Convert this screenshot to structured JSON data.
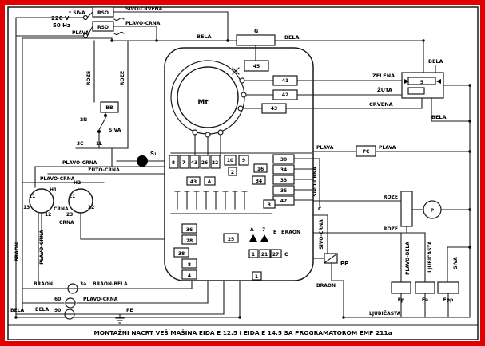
{
  "title": "MONTAŽNI NACRT VEŠ MAŠINA EIDA E 12.5 I EIDA E 14.5 SA PROGRAMATOROM EMP 211a",
  "power": {
    "voltage": "220 V",
    "frequency": "50 Hz"
  },
  "components": {
    "rso1": "RSO",
    "rso2": "RSO",
    "generator": "G",
    "box45": "45",
    "bb": "BB",
    "motor": "Mt",
    "box41": "41",
    "box42": "42",
    "box43": "43",
    "s1": "S₁",
    "h1": "H1",
    "h2": "H2",
    "pc": "PC",
    "connector_pin": "5",
    "pump": "P",
    "pp": "PP",
    "ep": "Ep",
    "ea": "Ea",
    "epp": "Epp",
    "pe": "PE"
  },
  "switch": {
    "n2": "2N",
    "c3": "3C",
    "l1": "1L",
    "siva": "SIVA"
  },
  "thermostats": {
    "t3a": "3a",
    "t60": "60",
    "t90": "90"
  },
  "wires": {
    "siva_top": "* SIVA",
    "sivo_crvena": "SIVO-CRVENA",
    "plavo_crna_top": "PLAVO-CRNA",
    "plava_top": "PLAVA",
    "bela_top_left": "BELA",
    "bela_top_right": "BELA",
    "roze_1": "ROZE",
    "roze_2": "ROZE",
    "zelena": "ZELENA",
    "zuta": "ŽUTA",
    "crvena": "CRVENA",
    "bela_conn_top": "BELA",
    "bela_conn_bottom": "BELA",
    "plava_left": "PLAVA",
    "plava_right": "PLAVA",
    "plavo_crna_s1": "PLAVO-CRNA",
    "zuto_crna": "ŽUTO-CRNA",
    "plavo_crna_h": "PLAVO-CRNA",
    "crna_1": "CRNA",
    "crna_2": "CRNA",
    "plavo_crna_vert": "PLAVO-CRNA",
    "braon_vert": "BRAON",
    "sivo_crna_1": "SIVO-CRNA",
    "sivo_crna_2": "SIVO-CRNA",
    "braon_e": "BRAON",
    "braon_pp": "BRAON",
    "roze_pump_1": "ROZE",
    "roze_pump_2": "ROZE",
    "plavo_bela": "PLAVO-BELA",
    "ljubicasta_vert": "LJUBIČASTA",
    "siva_vert": "SIVA",
    "ljubicasta_bottom": "LJUBIČASTA",
    "braon_bottom": "BRAON",
    "braon_bela": "BRAON-BELA",
    "plavo_crna_bottom": "PLAVO-CRNA",
    "bela_bottom_1": "BELA",
    "bela_bottom_2": "BELA"
  },
  "terminals": {
    "row": [
      "8",
      "7",
      "43",
      "26",
      "22"
    ],
    "t10": "10",
    "t2": "2",
    "t9": "9",
    "t16": "16",
    "t34": "34",
    "col": [
      "30",
      "34",
      "33",
      "35",
      "42"
    ],
    "t43": "43",
    "ta1": "A",
    "t3": "3",
    "tc1": "C",
    "t36": "36",
    "t28": "28",
    "t25": "25",
    "t38": "38",
    "t8": "8",
    "t4": "4",
    "ta2": "A",
    "t7": "7",
    "te": "E",
    "t1a": "1",
    "t21": "21",
    "t27": "27",
    "tc2": "C",
    "t1b": "1",
    "h1": [
      "11",
      "13",
      "12"
    ],
    "h2": [
      "21",
      "23",
      "22"
    ]
  }
}
